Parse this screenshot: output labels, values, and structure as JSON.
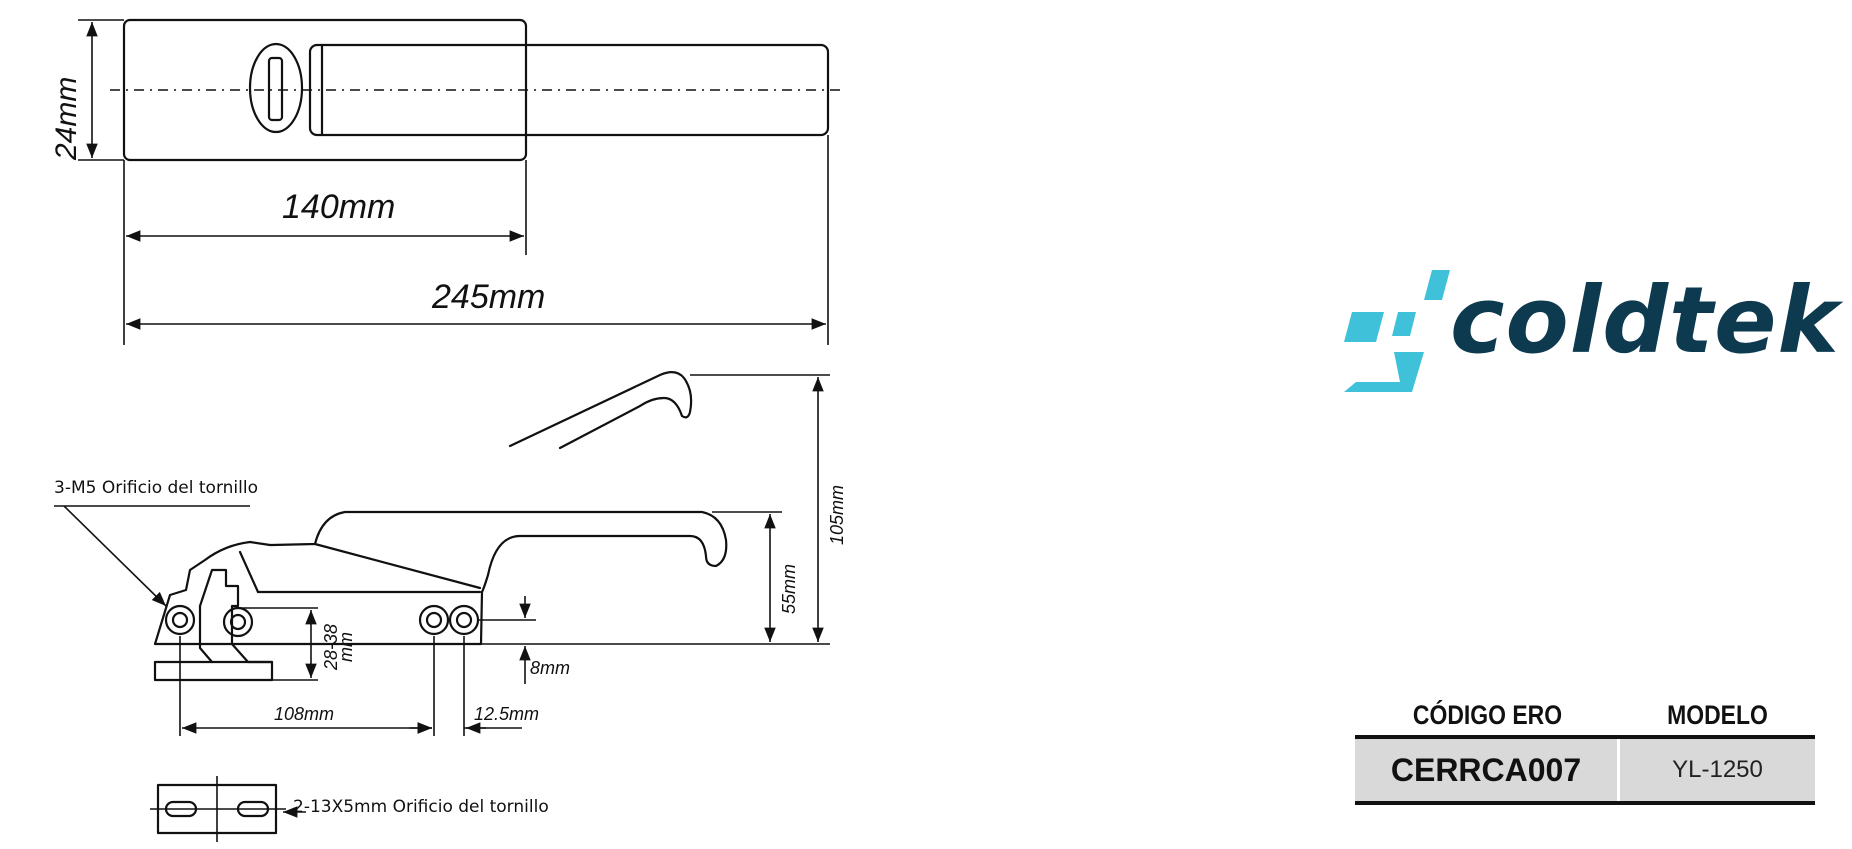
{
  "dimensions": {
    "height_24": "24mm",
    "length_140": "140mm",
    "length_245": "245mm",
    "height_105": "105mm",
    "height_55": "55mm",
    "offset_28_38_a": "28-38",
    "offset_28_38_b": "mm",
    "offset_8": "8mm",
    "spacing_108": "108mm",
    "spacing_12_5": "12.5mm"
  },
  "notes": {
    "screw_holes": "3-M5 Orificio del tornillo",
    "slot_holes": "2-13X5mm Orificio del tornillo"
  },
  "brand": {
    "name": "coldtek",
    "text_color": "#0d3a4e",
    "accent_color": "#3fc1d9",
    "icon": "lightning-bolt-icon"
  },
  "spec_table": {
    "headers": [
      "CÓDIGO ERO",
      "MODELO"
    ],
    "row": [
      "CERRCA007",
      "YL-1250"
    ]
  }
}
